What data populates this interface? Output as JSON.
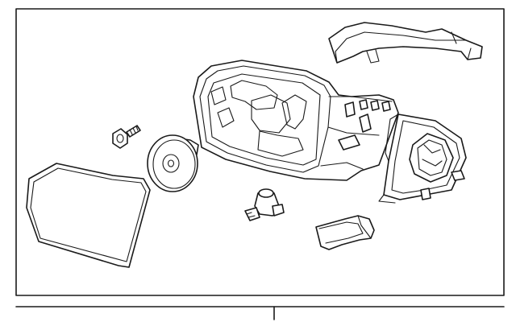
{
  "diagram": {
    "callout_labels": [],
    "colors": {
      "line": "#1a1a1a",
      "background": "#ffffff",
      "frame_fill": "#ffffff"
    },
    "parts": [
      "mirror-glass",
      "glass-backing-plate",
      "screw",
      "mirror-housing",
      "skull-cap-cover",
      "motor-actuator",
      "turn-signal-lamp",
      "lamp-bulb-socket",
      "mounting-base"
    ]
  }
}
